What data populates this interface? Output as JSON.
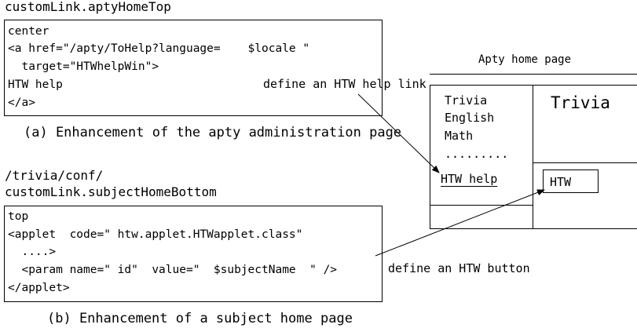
{
  "section_a": {
    "file_path": "customLink.aptyHomeTop",
    "code_lines": [
      "center",
      "<a href=\"/apty/ToHelp?language=    $locale \"",
      "  target=\"HTWhelpWin\">",
      "HTW help",
      "</a>"
    ],
    "caption": "(a) Enhancement of the apty administration page",
    "annotation": "define an HTW help link"
  },
  "section_b": {
    "file_path_line1": "/trivia/conf/",
    "file_path_line2": "customLink.subjectHomeBottom",
    "code_lines": [
      "top",
      "<applet  code=\" htw.applet.HTWapplet.class\"",
      "  ....>",
      "  <param name=\" id\"  value=\"  $subjectName  \" />",
      "</applet>"
    ],
    "caption": "(b) Enhancement of a subject home page",
    "annotation": "define an HTW button"
  },
  "apty_page": {
    "title": "Apty home page",
    "menu_items": [
      "Trivia",
      "English",
      "Math",
      "........."
    ],
    "help_link": "HTW help",
    "heading": "Trivia",
    "button": "HTW"
  }
}
